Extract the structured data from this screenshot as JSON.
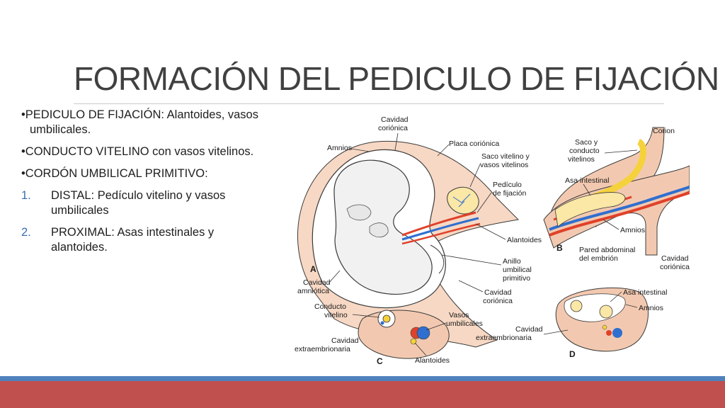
{
  "slide": {
    "title": "FORMACIÓN DEL PEDICULO DE FIJACIÓN",
    "bullets": [
      "•PEDICULO DE FIJACIÓN: Alantoides, vasos umbilicales.",
      "•CONDUCTO VITELINO con vasos vitelinos.",
      "•CORDÓN UMBILICAL PRIMITIVO:"
    ],
    "numbered": [
      {
        "num": "1.",
        "text": "DISTAL: Pedículo vitelino y vasos umbilicales"
      },
      {
        "num": "2.",
        "text": "PROXIMAL: Asas intestinales y alantoides."
      }
    ]
  },
  "figure": {
    "labels": {
      "cavidad_corionica_1": "Cavidad",
      "cavidad_corionica_2": "coriónica",
      "placa_corionica": "Placa coriónica",
      "amnios_a": "Amnios",
      "saco_vitelino_1": "Saco vitelino y",
      "saco_vitelino_2": "vasos vitelinos",
      "pediculo_1": "Pedículo",
      "pediculo_2": "de fijación",
      "alantoides_a": "Alantoides",
      "anillo_1": "Anillo",
      "anillo_2": "umbilical",
      "anillo_3": "primitivo",
      "cavidad_amniotica_1": "Cavidad",
      "cavidad_amniotica_2": "amniótica",
      "cavidad_corionica_low_1": "Cavidad",
      "cavidad_corionica_low_2": "coriónica",
      "saco_conducto_1": "Saco y",
      "saco_conducto_2": "conducto",
      "saco_conducto_3": "vitelinos",
      "corion": "Corion",
      "asa_intestinal_b": "Asa intestinal",
      "amnios_b": "Amnios",
      "pared_1": "Pared abdominal",
      "pared_2": "del embrión",
      "cavidad_corionica_b_1": "Cavidad",
      "cavidad_corionica_b_2": "coriónica",
      "conducto_vitelino_1": "Conducto",
      "conducto_vitelino_2": "vitelino",
      "vasos_umbilicales_1": "Vasos",
      "vasos_umbilicales_2": "umbilicales",
      "cavidad_extra_c_1": "Cavidad",
      "cavidad_extra_c_2": "extraembrionaria",
      "alantoides_c": "Alantoides",
      "asa_intestinal_d": "Asa intestinal",
      "amnios_d": "Amnios",
      "cavidad_extra_d_1": "Cavidad",
      "cavidad_extra_d_2": "extraembrionaria"
    },
    "letters": {
      "a": "A",
      "b": "B",
      "c": "C",
      "d": "D"
    },
    "colors": {
      "tissue": "#f2c9b0",
      "embryo": "#f4f4f4",
      "yolk": "#f5d23c",
      "artery": "#e0412a",
      "vein": "#2f6fd0",
      "outline": "#3a3a3a"
    }
  },
  "theme": {
    "band_blue": "#4f81bd",
    "band_red": "#c0504d"
  }
}
